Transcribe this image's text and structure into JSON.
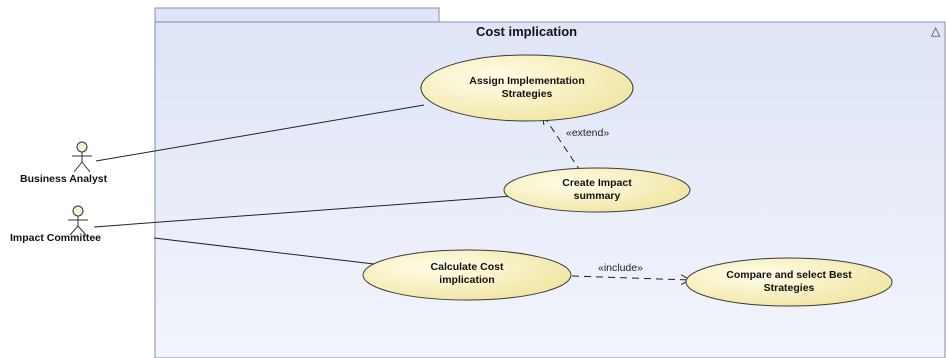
{
  "subject": {
    "title": "Cost implication",
    "collapse_glyph": "△"
  },
  "actors": {
    "business_analyst": "Business Analyst",
    "impact_committee": "Impact Committee"
  },
  "use_cases": {
    "assign": [
      "Assign Implementation",
      "Strategies"
    ],
    "create": [
      "Create Impact",
      "summary"
    ],
    "calculate": [
      "Calculate Cost",
      "implication"
    ],
    "compare": [
      "Compare and select Best",
      "Strategies"
    ]
  },
  "relations": {
    "extend": "«extend»",
    "include": "«include»"
  },
  "colors": {
    "subject_fill_top": "#e6ebf8",
    "subject_fill_bottom": "#f4f6fc",
    "subject_border": "#7f8fb0",
    "usecase_fill_light": "#fffbe0",
    "usecase_fill_dark": "#f3e9a6",
    "usecase_border": "#3b3b3b",
    "line": "#222222"
  }
}
